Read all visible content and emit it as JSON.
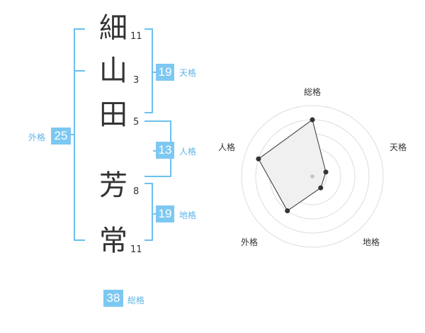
{
  "name": {
    "chars": [
      "細",
      "山",
      "田",
      "芳",
      "常"
    ],
    "strokes": [
      "11",
      "3",
      "5",
      "8",
      "11"
    ]
  },
  "fortunes": {
    "tenkaku": {
      "value": "19",
      "label": "天格"
    },
    "jinkaku": {
      "value": "13",
      "label": "人格"
    },
    "chikaku": {
      "value": "19",
      "label": "地格"
    },
    "gaikaku": {
      "value": "25",
      "label": "外格"
    },
    "soukaku": {
      "value": "38",
      "label": "総格"
    }
  },
  "colors": {
    "accent": "#7cc8f2",
    "bracket": "#6cc0ee",
    "text": "#333333"
  },
  "chart_data": {
    "type": "radar",
    "axes": [
      "総格",
      "天格",
      "地格",
      "外格",
      "人格"
    ],
    "levels": 5,
    "values": [
      4,
      1,
      1,
      3,
      4
    ]
  }
}
